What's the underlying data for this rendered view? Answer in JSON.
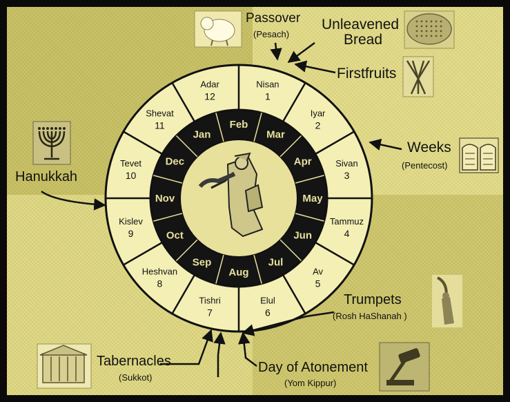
{
  "calendar": {
    "hebrew_months": [
      {
        "name": "Nisan",
        "number": "1"
      },
      {
        "name": "Iyar",
        "number": "2"
      },
      {
        "name": "Sivan",
        "number": "3"
      },
      {
        "name": "Tammuz",
        "number": "4"
      },
      {
        "name": "Av",
        "number": "5"
      },
      {
        "name": "Elul",
        "number": "6"
      },
      {
        "name": "Tishri",
        "number": "7"
      },
      {
        "name": "Heshvan",
        "number": "8"
      },
      {
        "name": "Kislev",
        "number": "9"
      },
      {
        "name": "Tevet",
        "number": "10"
      },
      {
        "name": "Shevat",
        "number": "11"
      },
      {
        "name": "Adar",
        "number": "12"
      }
    ],
    "gregorian_months": [
      "Mar",
      "Apr",
      "May",
      "Jun",
      "Jul",
      "Aug",
      "Sep",
      "Oct",
      "Nov",
      "Dec",
      "Jan",
      "Feb"
    ]
  },
  "feasts": {
    "passover": {
      "name": "Passover",
      "sub": "(Pesach)"
    },
    "unleavened_bread": {
      "line1": "Unleavened",
      "line2": "Bread"
    },
    "firstfruits": {
      "name": "Firstfruits"
    },
    "weeks": {
      "name": "Weeks",
      "sub": "(Pentecost)"
    },
    "hanukkah": {
      "name": "Hanukkah"
    },
    "trumpets": {
      "name": "Trumpets",
      "sub": "(Rosh HaShanah )"
    },
    "tabernacles": {
      "name": "Tabernacles",
      "sub": "(Sukkot)"
    },
    "atonement": {
      "name": "Day of Atonement",
      "sub": "(Yom Kippur)"
    }
  },
  "icons": [
    "lamb-icon",
    "matzah-icon",
    "sheaf-icon",
    "torah-tablets-icon",
    "menorah-icon",
    "shofar-icon",
    "tabernacle-icon",
    "gavel-icon",
    "priest-icon"
  ],
  "colors": {
    "background": "#ddd67c",
    "ring_outer": "#f4efb5",
    "ring_inner": "#141414",
    "ink": "#111111"
  }
}
